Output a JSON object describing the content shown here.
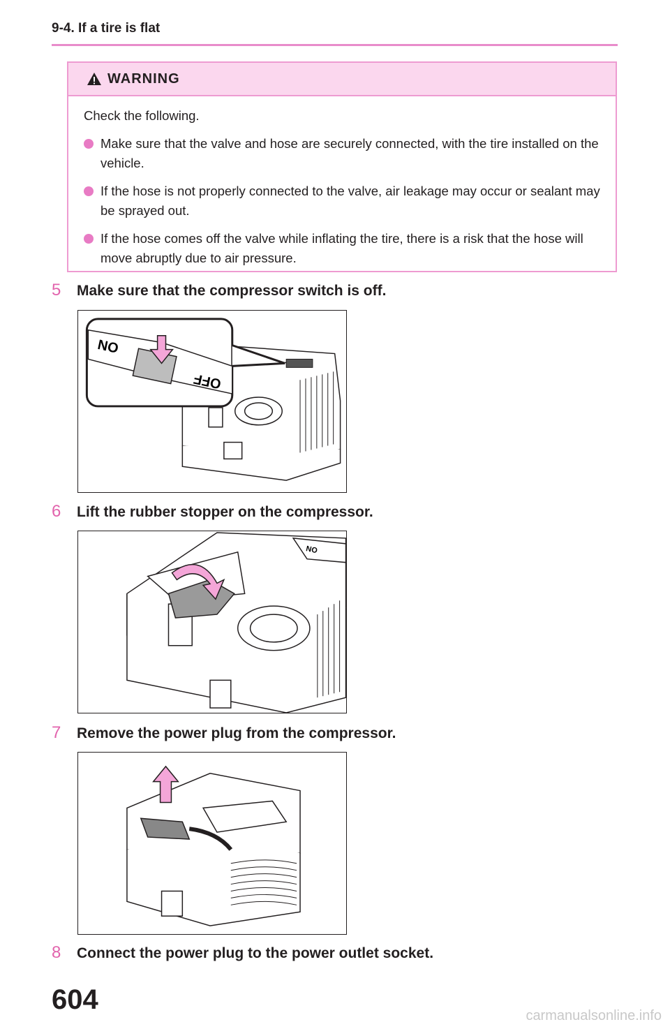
{
  "header": {
    "section": "9-4. If a tire is flat"
  },
  "warning": {
    "title": "WARNING",
    "intro": "Check the following.",
    "bullets": [
      "Make sure that the valve and hose are securely connected, with the tire installed on the vehicle.",
      "If the hose is not properly connected to the valve, air leakage may occur or sealant may be sprayed out.",
      "If the hose comes off the valve while inflating the tire, there is a risk that the hose will move abruptly due to air pressure."
    ]
  },
  "steps": [
    {
      "num": "5",
      "text": "Make sure that the compressor switch is off."
    },
    {
      "num": "6",
      "text": "Lift the rubber stopper on the compressor."
    },
    {
      "num": "7",
      "text": "Remove the power plug from the compressor."
    },
    {
      "num": "8",
      "text": "Connect the power plug to the power outlet socket."
    }
  ],
  "figures": {
    "fig1": {
      "on_label": "ON",
      "off_label": "OFF"
    },
    "fig2": {
      "on_label": "ON"
    }
  },
  "page_number": "604",
  "watermark": "carmanualsonline.info",
  "colors": {
    "accent_pink": "#e264ad",
    "warning_bg": "#fbd7ee",
    "arrow_pink": "#f4a6d8"
  }
}
